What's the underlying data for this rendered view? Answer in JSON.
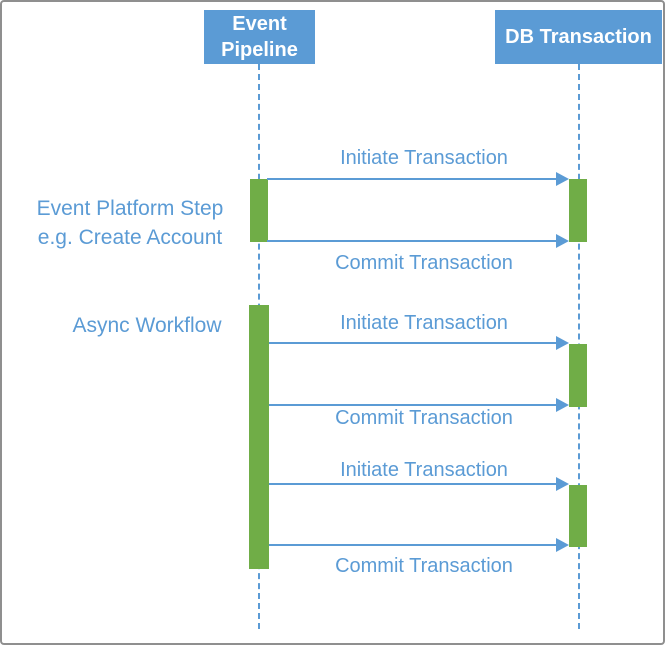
{
  "diagram": {
    "type": "sequence-diagram",
    "colors": {
      "accent_blue": "#5b9bd5",
      "accent_green": "#70ad47",
      "border_gray": "#8f8f8f",
      "background": "#ffffff",
      "header_text": "#ffffff"
    },
    "lifelines": [
      {
        "id": "event-pipeline",
        "label": "Event Pipeline"
      },
      {
        "id": "db-transaction",
        "label": "DB Transaction"
      }
    ],
    "annotations": [
      {
        "lines": [
          "Event Platform Step",
          "e.g. Create Account"
        ]
      },
      {
        "lines": [
          "Async Workflow"
        ]
      }
    ],
    "messages": [
      {
        "label": "Initiate Transaction",
        "from": "event-pipeline",
        "to": "db-transaction"
      },
      {
        "label": "Commit Transaction",
        "from": "event-pipeline",
        "to": "db-transaction"
      },
      {
        "label": "Initiate Transaction",
        "from": "event-pipeline",
        "to": "db-transaction"
      },
      {
        "label": "Commit Transaction",
        "from": "event-pipeline",
        "to": "db-transaction"
      },
      {
        "label": "Initiate Transaction",
        "from": "event-pipeline",
        "to": "db-transaction"
      },
      {
        "label": "Commit Transaction",
        "from": "event-pipeline",
        "to": "db-transaction"
      }
    ]
  }
}
